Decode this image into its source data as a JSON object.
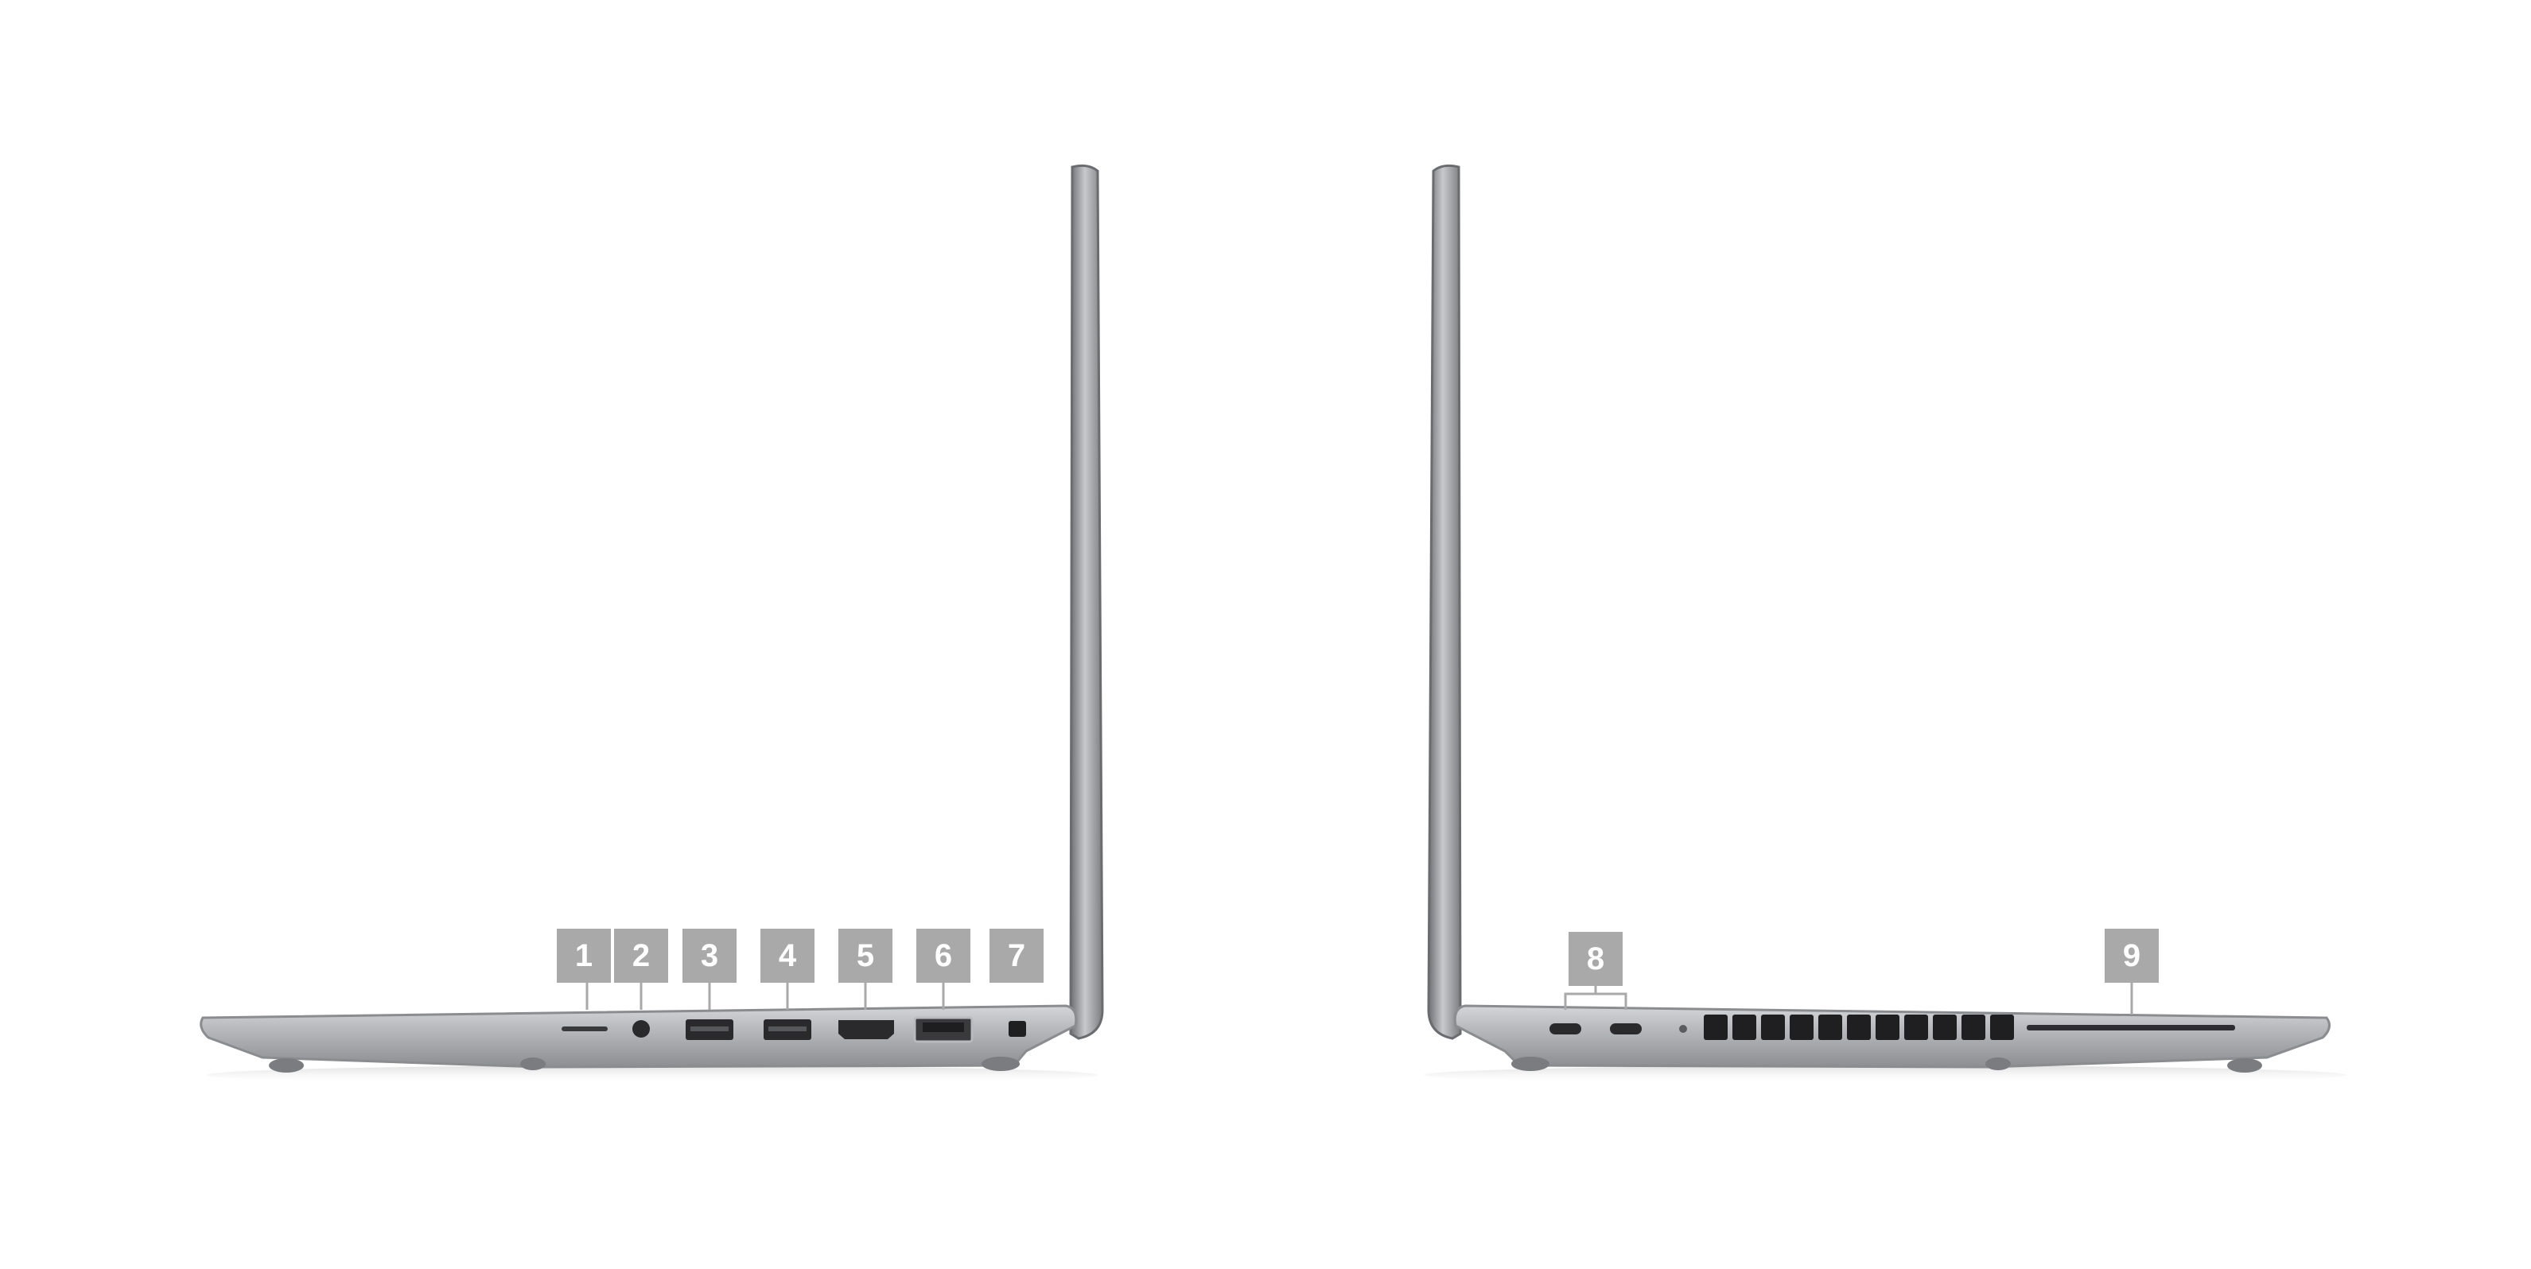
{
  "left_view": {
    "callouts": [
      {
        "label": "1",
        "name": "sd-card-slot"
      },
      {
        "label": "2",
        "name": "audio-jack"
      },
      {
        "label": "3",
        "name": "usb-a-port-1"
      },
      {
        "label": "4",
        "name": "usb-a-port-2"
      },
      {
        "label": "5",
        "name": "hdmi-port"
      },
      {
        "label": "6",
        "name": "ethernet-port"
      },
      {
        "label": "7",
        "name": "security-lock-slot"
      }
    ]
  },
  "right_view": {
    "callouts": [
      {
        "label": "8",
        "name": "thunderbolt-ports"
      },
      {
        "label": "9",
        "name": "smart-card-reader"
      }
    ]
  },
  "colors": {
    "callout_bg": "#a9a9a9",
    "callout_text": "#ffffff",
    "chassis": "#b9bbbd",
    "chassis_dark": "#8e9093",
    "port_dark": "#2a2a2c"
  }
}
